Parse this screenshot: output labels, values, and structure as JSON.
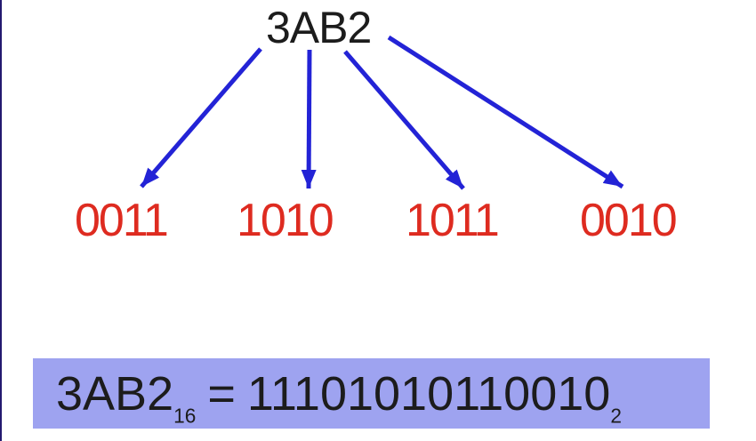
{
  "diagram": {
    "title": "3AB2",
    "binary_groups": [
      "0011",
      "1010",
      "1011",
      "0010"
    ],
    "result": {
      "hex_value": "3AB2",
      "hex_base": "16",
      "equals": "=",
      "binary_value": "11101010110010",
      "binary_base": "2"
    },
    "colors": {
      "title_text": "#1c1c1c",
      "binary_text": "#de2b20",
      "arrow": "#2323d6",
      "result_box_bg": "#9ea3f0",
      "result_text": "#1c1c1c",
      "left_edge_line": "#241a70"
    }
  }
}
